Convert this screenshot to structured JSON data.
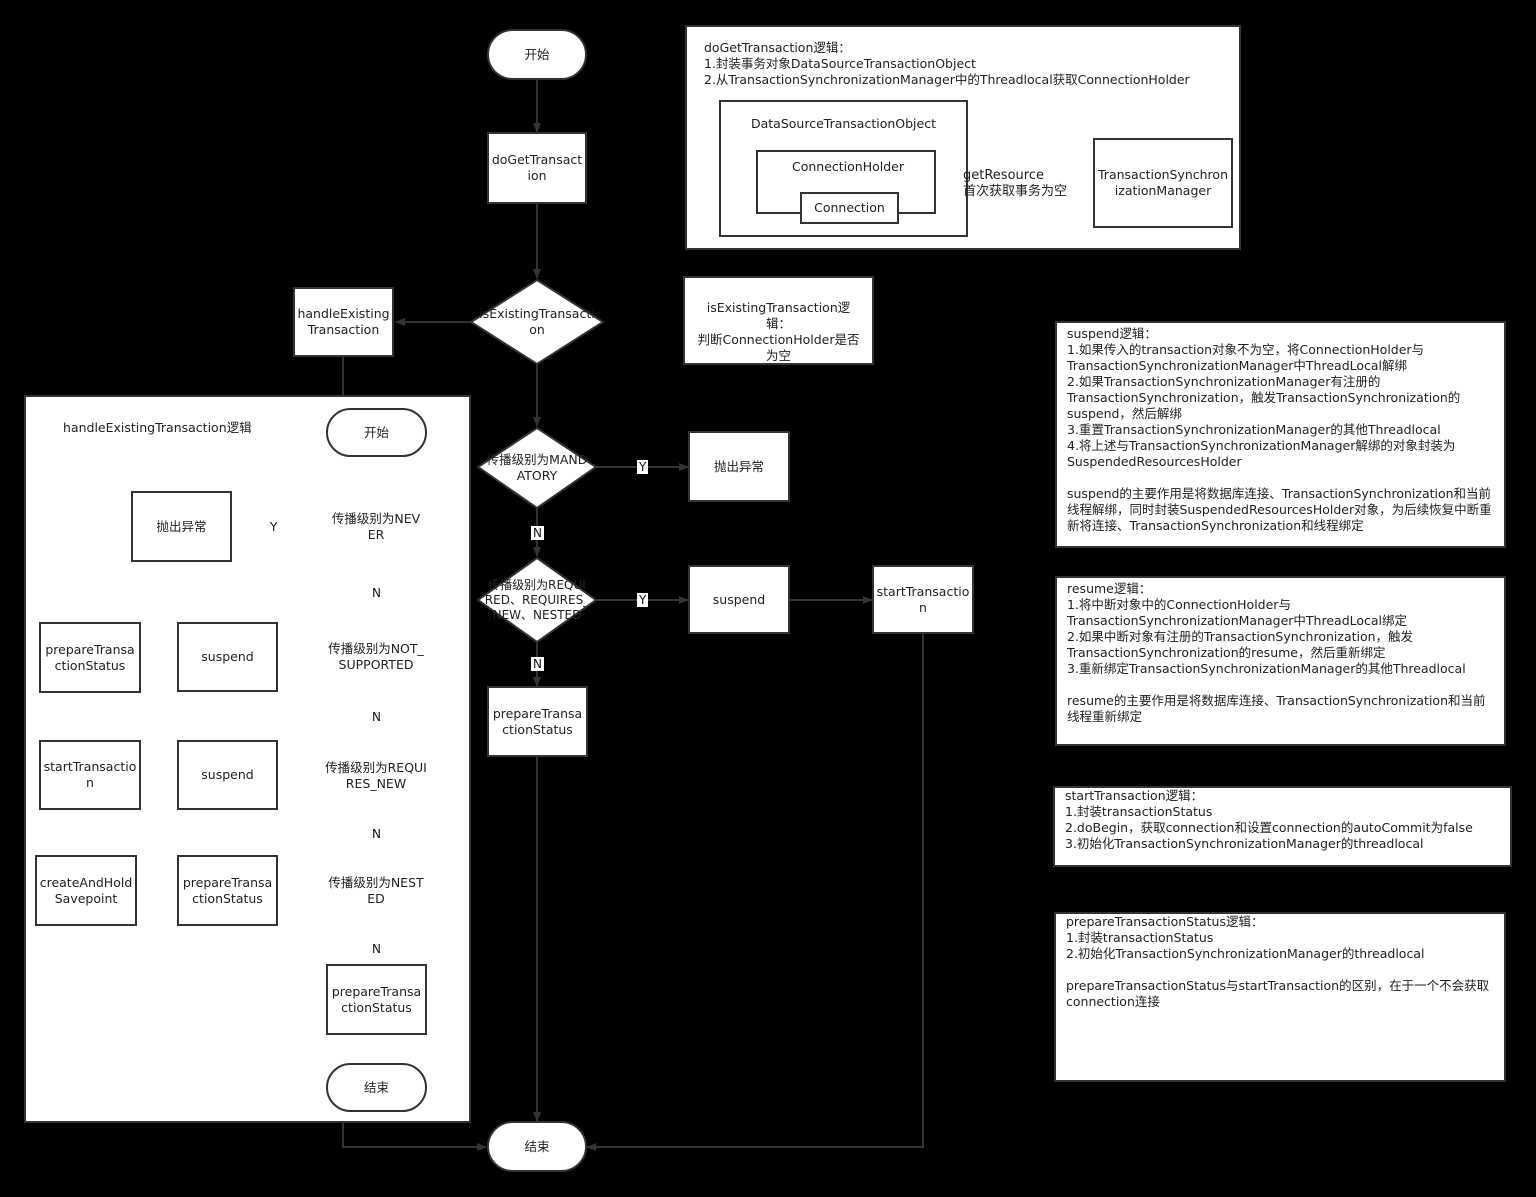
{
  "main": {
    "start": "开始",
    "do_get": "doGetTransaction",
    "is_existing": "isExistingTransaction",
    "handle_existing": "handleExistingTransaction",
    "mandatory_decision": "传播级别为MANDATORY",
    "throw_exception": "抛出异常",
    "required_decision": "传播级别为REQUIRED、REQUIRES_NEW、NESTED",
    "suspend": "suspend",
    "start_transaction": "startTransaction",
    "prepare_status": "prepareTransactionStatus",
    "end": "结束",
    "yes": "Y",
    "no": "N"
  },
  "doget_panel": {
    "text": "doGetTransaction逻辑：\n1.封装事务对象DataSourceTransactionObject\n2.从TransactionSynchronizationManager中的Threadlocal获取ConnectionHolder",
    "object_title": "DataSourceTransactionObject",
    "holder": "ConnectionHolder",
    "connection": "Connection",
    "get_resource": "getResource",
    "first_empty": "首次获取事务为空",
    "manager": "TransactionSynchronizationManager"
  },
  "is_existing_note": "isExistingTransaction逻辑：\n判断ConnectionHolder是否为空",
  "handle_panel": {
    "title": "handleExistingTransaction逻辑",
    "start": "开始",
    "never": "传播级别为NEVER",
    "throw_exception": "抛出异常",
    "not_supported": "传播级别为NOT_SUPPORTED",
    "suspend_1": "suspend",
    "prepare_1": "prepareTransactionStatus",
    "requires_new": "传播级别为REQUIRES_NEW",
    "suspend_2": "suspend",
    "start_transaction": "startTransaction",
    "nested": "传播级别为NESTED",
    "prepare_2": "prepareTransactionStatus",
    "savepoint": "createAndHoldSavepoint",
    "prepare_3": "prepareTransactionStatus",
    "end": "结束",
    "yes": "Y",
    "no_1": "N",
    "no_2": "N",
    "no_3": "N",
    "no_4": "N"
  },
  "notes": {
    "suspend": "suspend逻辑：\n1.如果传入的transaction对象不为空，将ConnectionHolder与TransactionSynchronizationManager中ThreadLocal解绑\n2.如果TransactionSynchronizationManager有注册的TransactionSynchronization，触发TransactionSynchronization的suspend，然后解绑\n3.重置TransactionSynchronizationManager的其他Threadlocal\n4.将上述与TransactionSynchronizationManager解绑的对象封装为SuspendedResourcesHolder\n\nsuspend的主要作用是将数据库连接、TransactionSynchronization和当前线程解绑，同时封装SuspendedResourcesHolder对象，为后续恢复中断重新将连接、TransactionSynchronization和线程绑定",
    "resume": "resume逻辑：\n1.将中断对象中的ConnectionHolder与TransactionSynchronizationManager中ThreadLocal绑定\n2.如果中断对象有注册的TransactionSynchronization，触发TransactionSynchronization的resume，然后重新绑定\n3.重新绑定TransactionSynchronizationManager的其他Threadlocal\n\nresume的主要作用是将数据库连接、TransactionSynchronization和当前线程重新绑定",
    "start_transaction": "startTransaction逻辑：\n1.封装transactionStatus\n2.doBegin，获取connection和设置connection的autoCommit为false\n3.初始化TransactionSynchronizationManager的threadlocal",
    "prepare_status": "prepareTransactionStatus逻辑：\n1.封装transactionStatus\n2.初始化TransactionSynchronizationManager的threadlocal\n\nprepareTransactionStatus与startTransaction的区别，在于一个不会获取connection连接"
  }
}
